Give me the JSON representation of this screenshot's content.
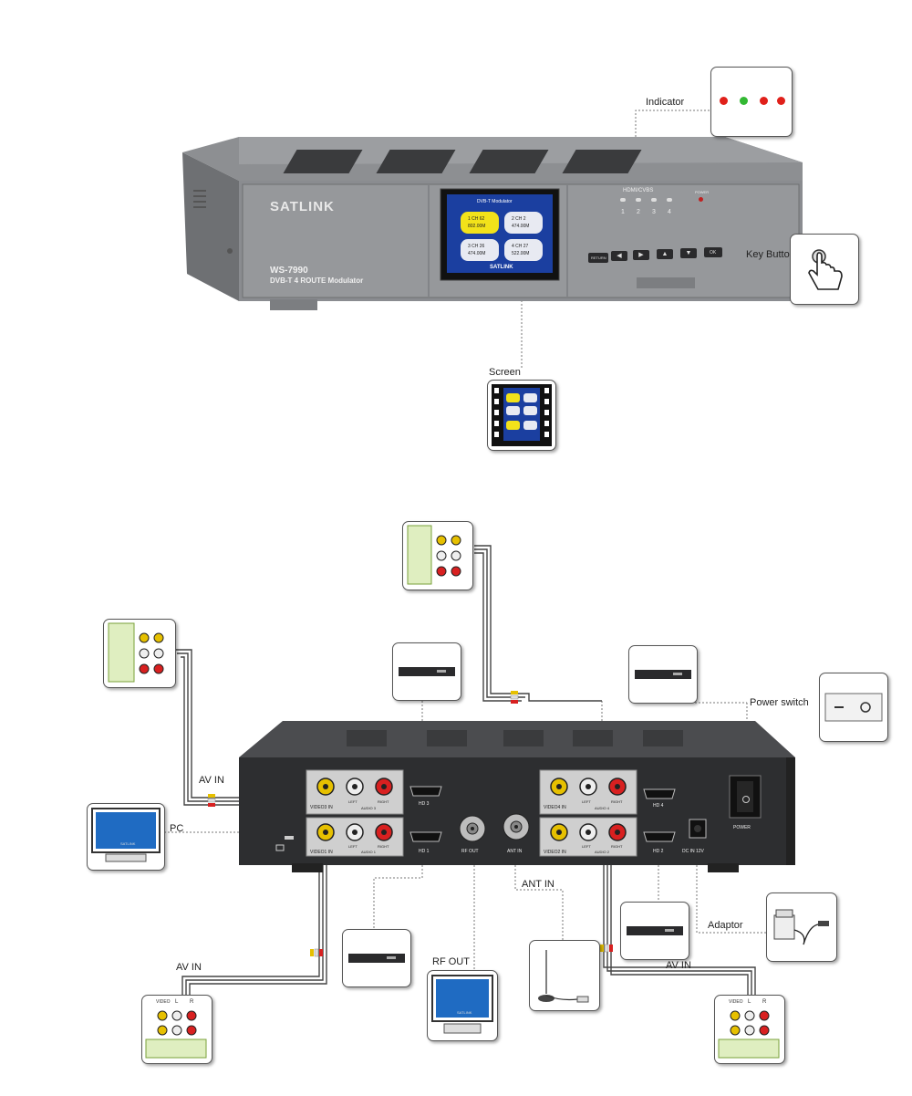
{
  "front_panel": {
    "brand": "SATLINK",
    "model": "WS-7990",
    "subtitle": "DVB-T 4 ROUTE Modulator",
    "channel_header": "DVB-T Modulator",
    "channels": [
      {
        "line1": "1 CH 62",
        "line2": "802.00M",
        "highlight": true
      },
      {
        "line1": "2 CH 2",
        "line2": "474.00M",
        "highlight": false
      },
      {
        "line1": "3 CH 26",
        "line2": "474.00M",
        "highlight": false
      },
      {
        "line1": "4 CH 27",
        "line2": "522.00M",
        "highlight": false
      }
    ],
    "screen_footer": "SATLINK",
    "indicator_header": "HDMI/CVBS",
    "indicator_numbers": [
      "1",
      "2",
      "3",
      "4"
    ],
    "power_led_label": "POWER",
    "return_key": "RETURN",
    "ok_key": "OK",
    "indicator_colors": [
      "#e0201a",
      "#33b833",
      "#e0201a",
      "#e0201a"
    ]
  },
  "callouts": {
    "indicator": "Indicator",
    "key_button": "Key Button",
    "screen": "Screen"
  },
  "rear_panel": {
    "video3_in": "VIDEO3 IN",
    "video1_in": "VIDEO1 IN",
    "video4_in": "VIDEO4 IN",
    "video2_in": "VIDEO2 IN",
    "left": "LEFT",
    "right": "RIGHT",
    "audio3": "AUDIO 3",
    "audio1": "AUDIO 1",
    "audio4": "AUDIO 4",
    "audio2": "AUDIO 2",
    "hd3": "HD 3",
    "hd1": "HD 1",
    "hd4": "HD 4",
    "hd2": "HD 2",
    "rf_out": "RF OUT",
    "ant_in": "ANT IN",
    "dc_in": "DC IN 12V",
    "power": "POWER"
  },
  "connection_labels": {
    "av_in_left": "AV  IN",
    "pc": "PC",
    "power_switch": "Power switch",
    "ant_in": "ANT IN",
    "adaptor": "Adaptor",
    "rf_out": "RF OUT",
    "av_in_bottom_left": "AV  IN",
    "av_in_bottom_right": "AV  IN"
  },
  "av_jack_labels": {
    "video": "VIDEO",
    "l": "L",
    "r": "R"
  },
  "tv_brand": "SATLINK"
}
